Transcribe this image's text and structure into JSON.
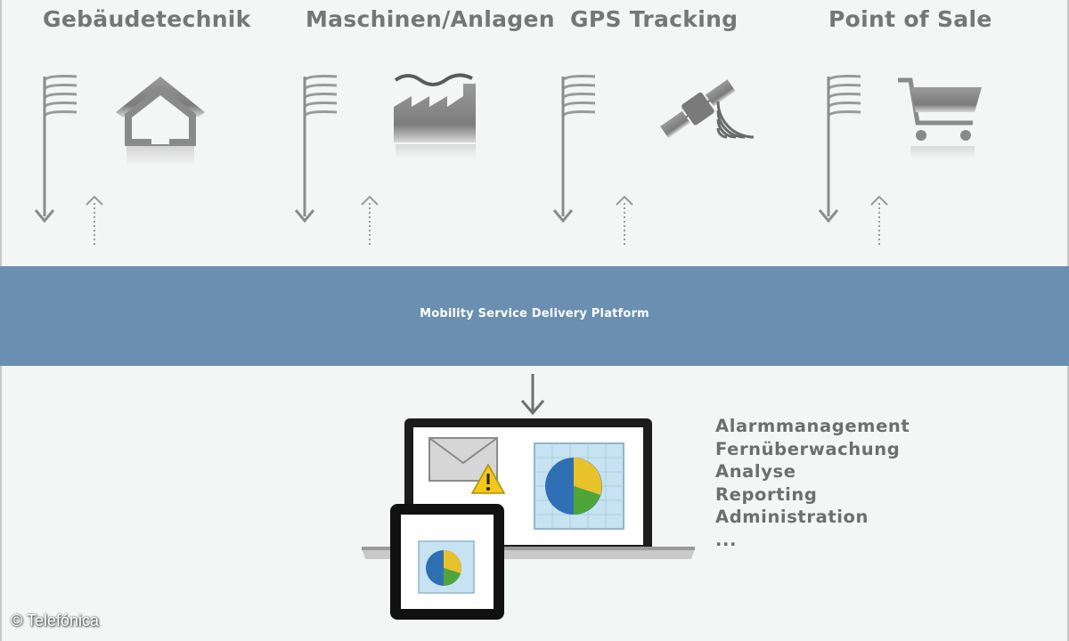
{
  "categories": [
    {
      "title": "Gebäudetechnik",
      "icon": "house-icon"
    },
    {
      "title": "Maschinen/Anlagen",
      "icon": "factory-icon"
    },
    {
      "title": "GPS Tracking",
      "icon": "satellite-icon"
    },
    {
      "title": "Point of Sale",
      "icon": "shopping-cart-icon"
    }
  ],
  "platform": {
    "label": "Mobility Service Delivery Platform"
  },
  "features": [
    "Alarmmanagement",
    "Fernüberwachung",
    "Analyse",
    "Reporting",
    "Administration",
    "..."
  ],
  "copyright": "© Telefónica",
  "colors": {
    "band": "#6a8fb0",
    "icon_gray": "#8c8c8c",
    "text_gray": "#767676"
  }
}
